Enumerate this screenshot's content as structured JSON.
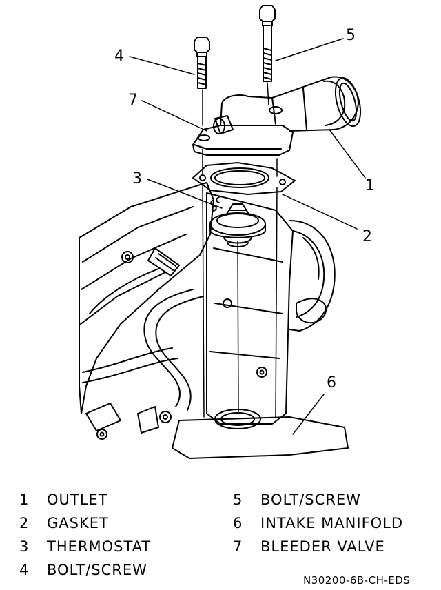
{
  "callouts": [
    "1",
    "2",
    "3",
    "4",
    "5",
    "6",
    "7"
  ],
  "legend": [
    {
      "num": "1",
      "label": "OUTLET"
    },
    {
      "num": "2",
      "label": "GASKET"
    },
    {
      "num": "3",
      "label": "THERMOSTAT"
    },
    {
      "num": "4",
      "label": "BOLT/SCREW"
    },
    {
      "num": "5",
      "label": "BOLT/SCREW"
    },
    {
      "num": "6",
      "label": "INTAKE MANIFOLD"
    },
    {
      "num": "7",
      "label": "BLEEDER VALVE"
    }
  ],
  "doc_code": "N30200-6B-CH-EDS"
}
